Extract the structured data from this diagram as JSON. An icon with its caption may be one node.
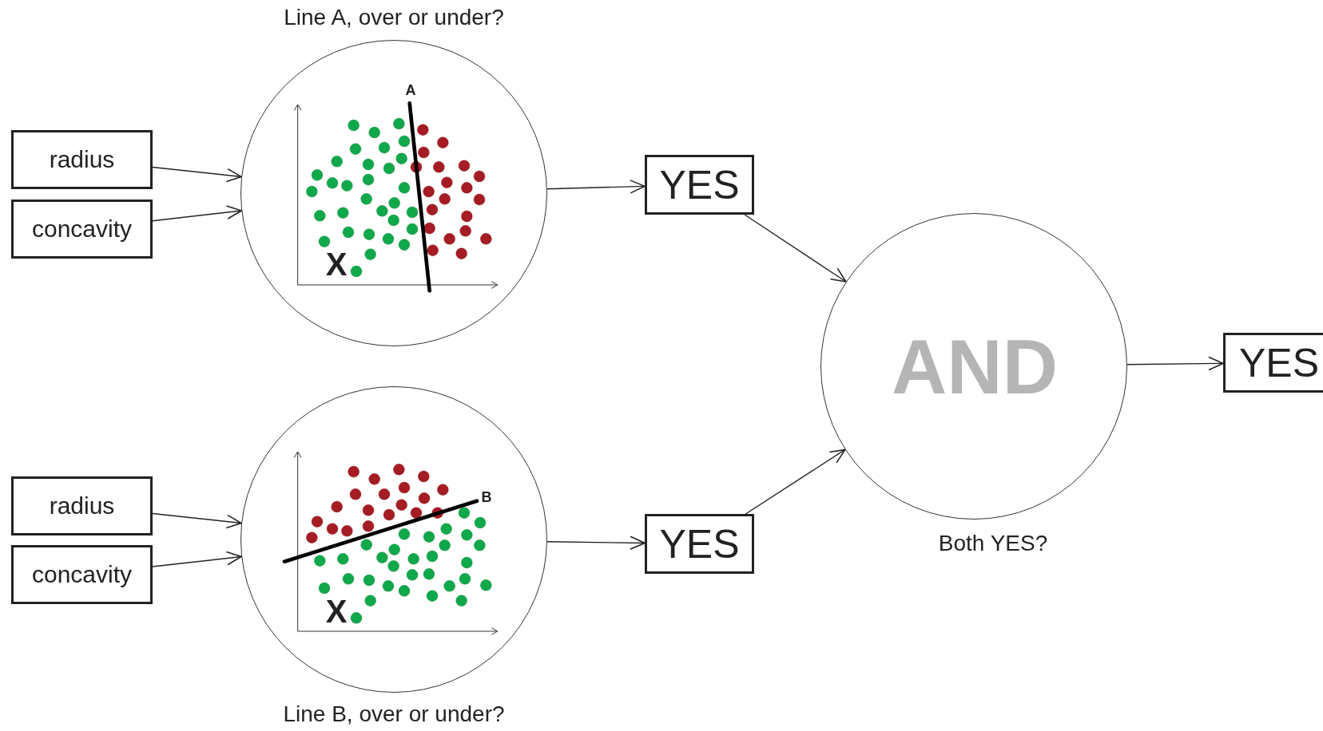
{
  "diagram": {
    "nodes": [
      {
        "text": [
          "radius"
        ]
      },
      {
        "text": [
          "concavity"
        ]
      },
      {
        "text": [
          "Line A, over or under?",
          "A",
          "X"
        ]
      },
      {
        "text": [
          "YES"
        ]
      },
      {
        "text": [
          "radius"
        ]
      },
      {
        "text": [
          "concavity"
        ]
      },
      {
        "text": [
          "B",
          "X",
          "Line B, over or under?"
        ]
      },
      {
        "text": [
          "YES"
        ]
      },
      {
        "text": [
          "AND",
          "Both YES?"
        ]
      },
      {
        "text": [
          "YES"
        ]
      }
    ],
    "edges": [
      {
        "from": 0,
        "to": 2,
        "arrow": "to"
      },
      {
        "from": 1,
        "to": 2,
        "arrow": "to"
      },
      {
        "from": 2,
        "to": 3,
        "arrow": "to"
      },
      {
        "from": 4,
        "to": 6,
        "arrow": "to"
      },
      {
        "from": 5,
        "to": 6,
        "arrow": "to"
      },
      {
        "from": 6,
        "to": 7,
        "arrow": "to"
      },
      {
        "from": 3,
        "to": 8,
        "arrow": "to"
      },
      {
        "from": 7,
        "to": 8,
        "arrow": "to"
      },
      {
        "from": 8,
        "to": 9,
        "arrow": "to"
      }
    ]
  }
}
